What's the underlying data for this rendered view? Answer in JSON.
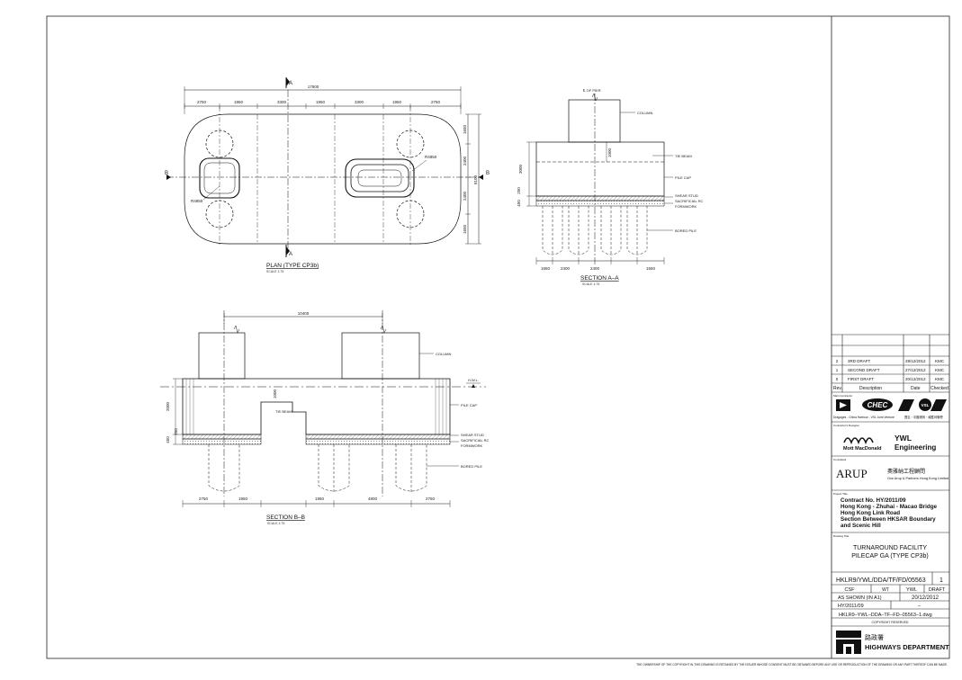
{
  "plan": {
    "title": "PLAN (TYPE CP3b)",
    "scale": "SCALE 1:75",
    "overall": "17500",
    "segments": [
      "2750",
      "1950",
      "3300",
      "1950",
      "3300",
      "1950",
      "2750"
    ],
    "height_total": "8100",
    "height_segments": [
      "1650",
      "2400",
      "2400",
      "1650"
    ],
    "radius_left": "R4850",
    "radius_right": "R4850",
    "section_mark_a": "A",
    "section_mark_b": "B"
  },
  "section_aa": {
    "title": "SECTION A–A",
    "scale": "SCALE 1:75",
    "pier_label": "℄ OF PIER",
    "column": "COLUMN",
    "tie_beam": "TIE BEAM",
    "pile_cap": "PILE CAP",
    "shear_stud": "SHEAR STUD",
    "sacrificial_1": "SACRIFICIAL RC",
    "sacrificial_2": "FORMWORK",
    "bored_pile": "BORED PILE",
    "dim_3000": "3000",
    "dim_1000": "1000",
    "dim_250": "250",
    "dim_450": "450",
    "bottom_dims": [
      "1650",
      "2400",
      "2400",
      "1650"
    ]
  },
  "section_bb": {
    "title": "SECTION B–B",
    "scale": "SCALE 1:75",
    "top_dim": "10400",
    "column": "COLUMN",
    "hwl": "H.W.L.",
    "tie_beam": "TIE BEAM",
    "pile_cap": "PILE CAP",
    "shear_stud": "SHEAR STUD",
    "sacrificial_1": "SACRIFICIAL RC",
    "sacrificial_2": "FORMWORK",
    "bored_pile": "BORED PILE",
    "dim_2000": "2000",
    "dim_1000": "1000",
    "dim_450": "450",
    "dim_250": "250",
    "bottom_dims": [
      "2750",
      "1950",
      "1950",
      "4800",
      "2750"
    ]
  },
  "title_block": {
    "revisions": [
      {
        "rev": "2",
        "desc": "3RD DRAFT",
        "date": "28/12/2012",
        "checked": "KMC"
      },
      {
        "rev": "1",
        "desc": "SECOND DRAFT",
        "date": "27/12/2012",
        "checked": "KMC"
      },
      {
        "rev": "0",
        "desc": "FIRST DRAFT",
        "date": "20/12/2012",
        "checked": "KMC"
      }
    ],
    "rev_headers": {
      "rev": "Rev.",
      "desc": "Description",
      "date": "Date",
      "checked": "Checked"
    },
    "contractor_caption": "Main Contractor",
    "jv_text": "Dragages - China Harbour - VSL Joint Venture",
    "jv_chinese": "寶嘉‧中國港灣‧威胜利聯營",
    "designer_caption": "Contractor's Designer",
    "mott": "Mott MacDonald",
    "ywl_1": "YWL",
    "ywl_2": "Engineering",
    "consultant_caption": "Consultant",
    "arup": "ARUP",
    "arup_chinese": "奧雅納工程顧問",
    "arup_sub": "Ove Arup & Partners Hong Kong Limited",
    "project_caption": "Project Title",
    "project_lines": [
      "Contract No. HY/2011/09",
      "Hong Kong - Zhuhai - Macao Bridge",
      "Hong Kong Link Road",
      "Section Between HKSAR Boundary",
      "and Scenic Hill"
    ],
    "drawing_caption": "Drawing Title",
    "drawing_title_1": "TURNAROUND FACILITY",
    "drawing_title_2": "PILECAP GA (TYPE CP3b)",
    "drawing_no": "HKLR9/YWL/DDA/TF/FD/05563",
    "rev_no": "1",
    "drawn": "CSF",
    "checked": "WT",
    "approved": "YWL",
    "status": "DRAFT",
    "scale": "AS SHOWN (IN A1)",
    "date": "20/12/2012",
    "contract": "HY/2011/09",
    "dash": "–",
    "file": "HKLR9–YWL–DDA–TF–FD–05563–1.dwg",
    "copyright": "COPYRIGHT RESERVED",
    "hyd_chinese": "路政署",
    "hyd": "HIGHWAYS DEPARTMENT"
  },
  "footer_note": "THE OWNERSHIP OF THE COPYRIGHT IN THIS DRAWING IS RETAINED BY THE ISSUER WHOSE CONSENT MUST BE OBTAINED BEFORE ANY USE OR REPRODUCTION OF THE DRAWING OR ANY PART THEREOF CAN BE MADE."
}
